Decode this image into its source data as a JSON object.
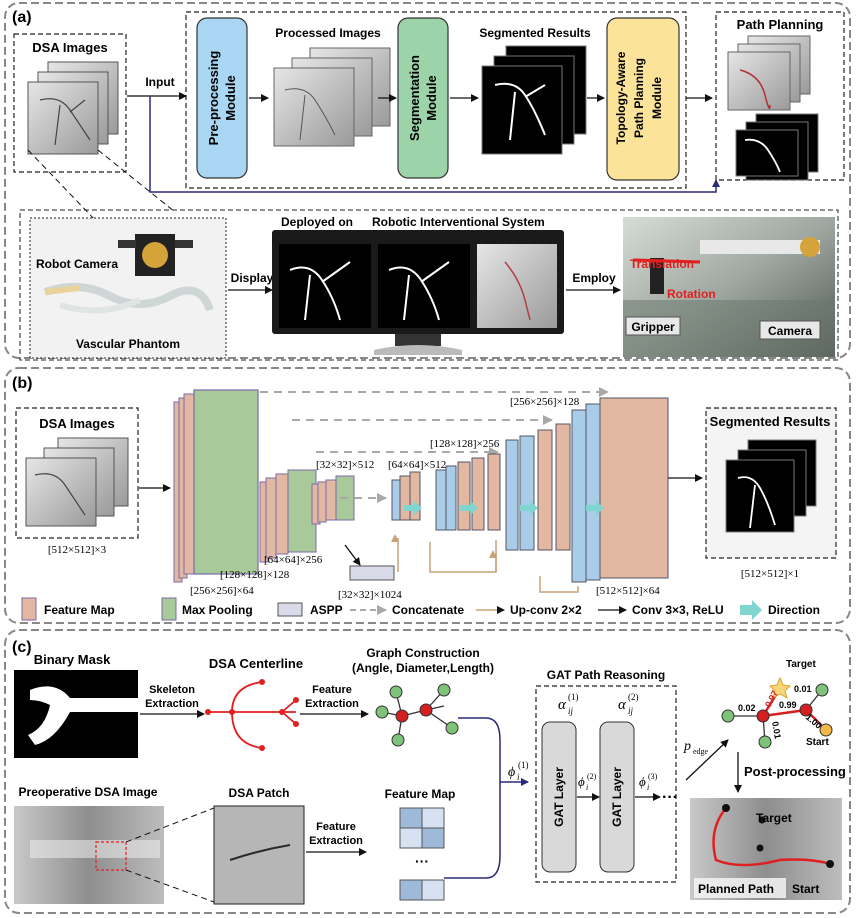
{
  "panel_a": {
    "label": "(a)",
    "dsa_title": "DSA Images",
    "input": "Input",
    "preprocessing": [
      "Pre-processing",
      "Module"
    ],
    "processed_images": "Processed Images",
    "segmentation": [
      "Segmentation",
      "Module"
    ],
    "segmented_results": "Segmented Results",
    "topology": [
      "Topology-Aware",
      "Path Planning",
      "Module"
    ],
    "path_planning": "Path Planning",
    "robot_camera": "Robot Camera",
    "vascular_phantom": "Vascular Phantom",
    "display": "Display",
    "deployed_on": "Deployed on",
    "robotic_system": "Robotic Interventional System",
    "employ": "Employ",
    "translation": "Translation",
    "rotation": "Rotation",
    "gripper": "Gripper",
    "camera": "Camera"
  },
  "panel_b": {
    "label": "(b)",
    "dsa_title": "DSA Images",
    "input_dim": "[512×512]×3",
    "segmented_results": "Segmented Results",
    "output_dim": "[512×512]×1",
    "dims": {
      "d256_64": "[256×256]×64",
      "d128_128": "[128×128]×128",
      "d64_256": "[64×64]×256",
      "d32_512": "[32×32]×512",
      "d32_1024": "[32×32]×1024",
      "d64_512": "[64×64]×512",
      "d128_256": "[128×128]×256",
      "d256_128": "[256×256]×128",
      "d512_64": "[512×512]×64"
    },
    "legend": {
      "feature_map": "Feature Map",
      "max_pooling": "Max Pooling",
      "aspp": "ASPP",
      "concatenate": "Concatenate",
      "upconv": "Up-conv 2×2",
      "conv": "Conv 3×3, ReLU",
      "direction": "Direction"
    }
  },
  "panel_c": {
    "label": "(c)",
    "binary_mask": "Binary Mask",
    "skeleton": [
      "Skeleton",
      "Extraction"
    ],
    "dsa_centerline": "DSA Centerline",
    "feature_extraction": [
      "Feature",
      "Extraction"
    ],
    "graph_construction": [
      "Graph Construction",
      "(Angle, Diameter,Length)"
    ],
    "gat_reasoning": "GAT Path Reasoning",
    "gat_layer": "GAT Layer",
    "alpha1": "α",
    "alpha_sub": "ij",
    "alpha_sup1": "(1)",
    "alpha_sup2": "(2)",
    "phi": "ϕ",
    "phi_sub": "i",
    "phi_sup1": "(1)",
    "phi_sup2": "(2)",
    "phi_sup3": "(3)",
    "ellipsis": "···",
    "p_edge": "p",
    "p_edge_sub": "edge",
    "target": "Target",
    "start": "Start",
    "edge_weights": [
      "0.02",
      "0.97",
      "0.01",
      "0.99",
      "0.01",
      "1.00"
    ],
    "post_processing": "Post-processing",
    "preop_image": "Preoperative DSA Image",
    "dsa_patch": "DSA Patch",
    "feature_map": "Feature Map",
    "target2": "Target",
    "planned_path": "Planned Path",
    "start2": "Start"
  }
}
